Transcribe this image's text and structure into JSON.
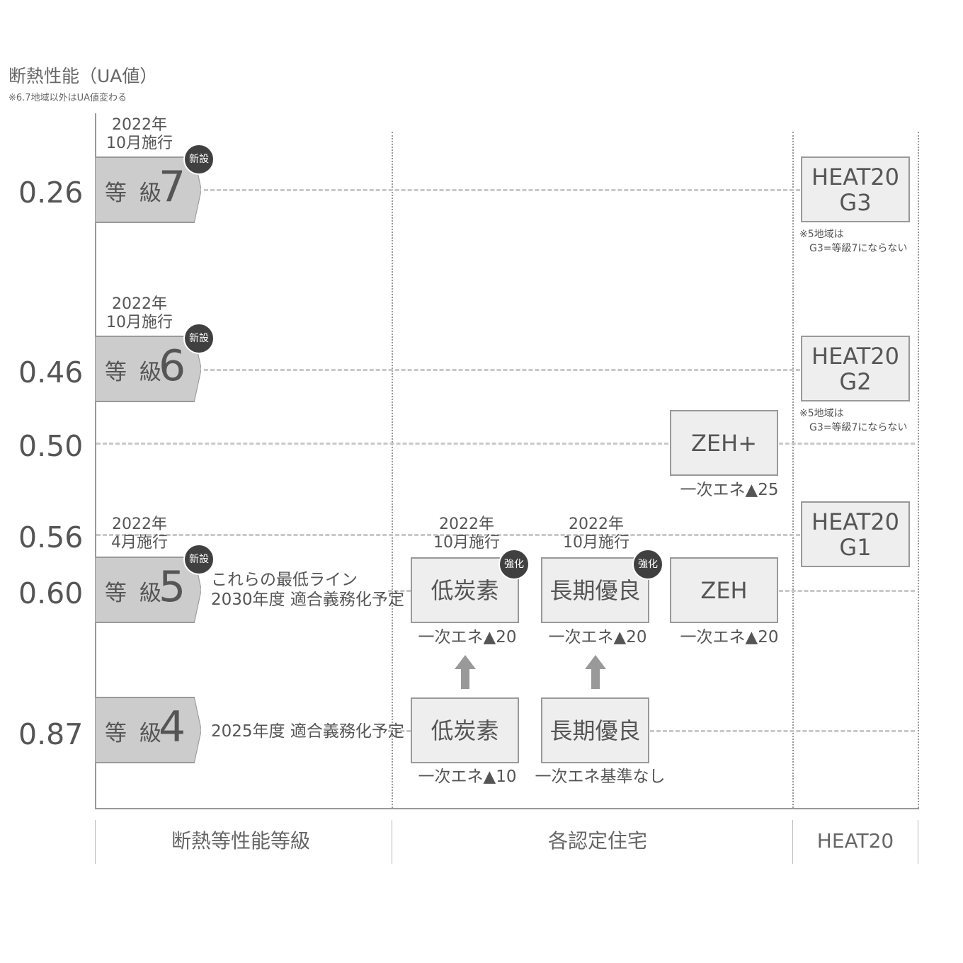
{
  "title": "断熱性能（UA値）",
  "subtitle": "※6.7地域以外はUA値変わる",
  "y_ticks": [
    "0.26",
    "0.46",
    "0.50",
    "0.56",
    "0.60",
    "0.87"
  ],
  "categories": [
    "断熱等性能等級",
    "各認定住宅",
    "HEAT20"
  ],
  "grades": [
    {
      "label": "等 級",
      "num": "7",
      "date1": "2022年",
      "date2": "10月施行",
      "badge": "新設"
    },
    {
      "label": "等 級",
      "num": "6",
      "date1": "2022年",
      "date2": "10月施行",
      "badge": "新設"
    },
    {
      "label": "等 級",
      "num": "5",
      "date1": "2022年",
      "date2": "4月施行",
      "badge": "新設",
      "note1": "これらの最低ライン",
      "note2": "2030年度 適合義務化予定"
    },
    {
      "label": "等 級",
      "num": "4",
      "note1": "2025年度 適合義務化予定"
    }
  ],
  "certs": {
    "lowcarbon_new": {
      "label": "低炭素",
      "date1": "2022年",
      "date2": "10月施行",
      "badge": "強化",
      "sub": "一次エネ▲20"
    },
    "longterm_new": {
      "label": "長期優良",
      "date1": "2022年",
      "date2": "10月施行",
      "badge": "強化",
      "sub": "一次エネ▲20"
    },
    "zeh": {
      "label": "ZEH",
      "sub": "一次エネ▲20"
    },
    "zeh_plus": {
      "label": "ZEH+",
      "sub": "一次エネ▲25"
    },
    "lowcarbon_old": {
      "label": "低炭素",
      "sub": "一次エネ▲10"
    },
    "longterm_old": {
      "label": "長期優良",
      "sub": "一次エネ基準なし"
    }
  },
  "heat20": [
    {
      "l1": "HEAT20",
      "l2": "G3",
      "n1": "※5地域は",
      "n2": "G3=等級7にならない"
    },
    {
      "l1": "HEAT20",
      "l2": "G2",
      "n1": "※5地域は",
      "n2": "G3=等級7にならない"
    },
    {
      "l1": "HEAT20",
      "l2": "G1"
    }
  ],
  "colors": {
    "box_fill": "#eeeeee",
    "grade_fill": "#cccccc",
    "badge": "#404040",
    "dash": "#c9c9c9"
  }
}
